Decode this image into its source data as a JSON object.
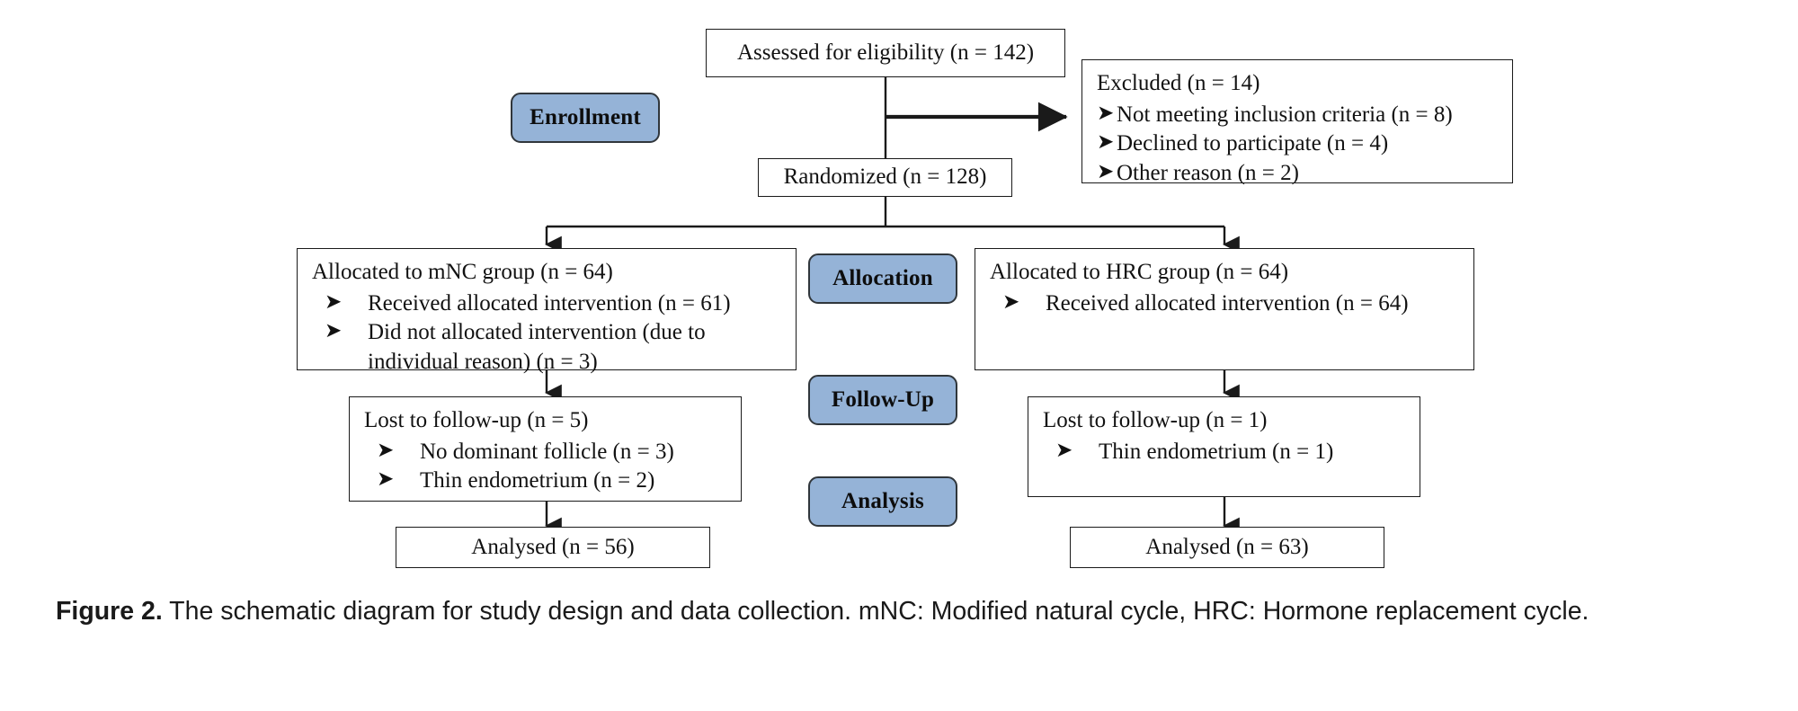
{
  "figure": {
    "caption_label": "Figure 2.",
    "caption_text": " The schematic diagram for study design and data collection. mNC: Modified natural cycle, HRC: Hormone replacement cycle."
  },
  "colors": {
    "stage_pill_fill": "#95b3d7",
    "stage_pill_border": "#30363b",
    "box_border": "#1a1a1a",
    "line": "#1a1a1a",
    "text": "#111111"
  },
  "stages": [
    {
      "id": "enrollment",
      "label": "Enrollment"
    },
    {
      "id": "allocation",
      "label": "Allocation"
    },
    {
      "id": "follow-up",
      "label": "Follow-Up"
    },
    {
      "id": "analysis",
      "label": "Analysis"
    }
  ],
  "nodes": {
    "assessed": {
      "title": "Assessed for eligibility (n = 142)"
    },
    "excluded": {
      "title": "Excluded (n = 14)",
      "bullets": [
        {
          "glyph": "➤",
          "text": "Not meeting inclusion criteria (n = 8)"
        },
        {
          "glyph": "➤",
          "text": "Declined to participate (n = 4)"
        },
        {
          "glyph": "➤",
          "text": "Other reason (n = 2)"
        }
      ]
    },
    "randomized": {
      "title": "Randomized (n = 128)"
    },
    "allocated_mnc": {
      "title": "Allocated to mNC group (n = 64)",
      "bullets": [
        {
          "glyph": "➤",
          "text": "Received allocated intervention (n = 61)"
        },
        {
          "glyph": "➤",
          "text": "Did not allocated intervention (due to individual reason) (n = 3)"
        }
      ]
    },
    "allocated_hrc": {
      "title": "Allocated to HRC group (n = 64)",
      "bullets": [
        {
          "glyph": "➤",
          "text": "Received allocated intervention (n = 64)"
        }
      ]
    },
    "lost_mnc": {
      "title": "Lost to follow-up (n = 5)",
      "bullets": [
        {
          "glyph": "➤",
          "text": "No dominant follicle (n = 3)"
        },
        {
          "glyph": "➤",
          "text": "Thin endometrium (n = 2)"
        }
      ]
    },
    "lost_hrc": {
      "title": "Lost to follow-up (n = 1)",
      "bullets": [
        {
          "glyph": "➤",
          "text": "Thin endometrium (n = 1)"
        }
      ]
    },
    "analysed_mnc": {
      "title": "Analysed (n = 56)"
    },
    "analysed_hrc": {
      "title": "Analysed (n = 63)"
    }
  },
  "chart_data": {
    "type": "diagram",
    "title": "CONSORT participant flow diagram",
    "stages": [
      "Enrollment",
      "Allocation",
      "Follow-Up",
      "Analysis"
    ],
    "counts": {
      "assessed_for_eligibility": 142,
      "excluded_total": 14,
      "excluded_not_meeting_inclusion_criteria": 8,
      "excluded_declined_to_participate": 4,
      "excluded_other_reason": 2,
      "randomized": 128,
      "mNC_allocated": 64,
      "mNC_received_intervention": 61,
      "mNC_did_not_receive_intervention": 3,
      "HRC_allocated": 64,
      "HRC_received_intervention": 64,
      "mNC_lost_to_followup": 5,
      "mNC_lost_no_dominant_follicle": 3,
      "mNC_lost_thin_endometrium": 2,
      "HRC_lost_to_followup": 1,
      "HRC_lost_thin_endometrium": 1,
      "mNC_analysed": 56,
      "HRC_analysed": 63
    },
    "arms": [
      "mNC",
      "HRC"
    ]
  }
}
